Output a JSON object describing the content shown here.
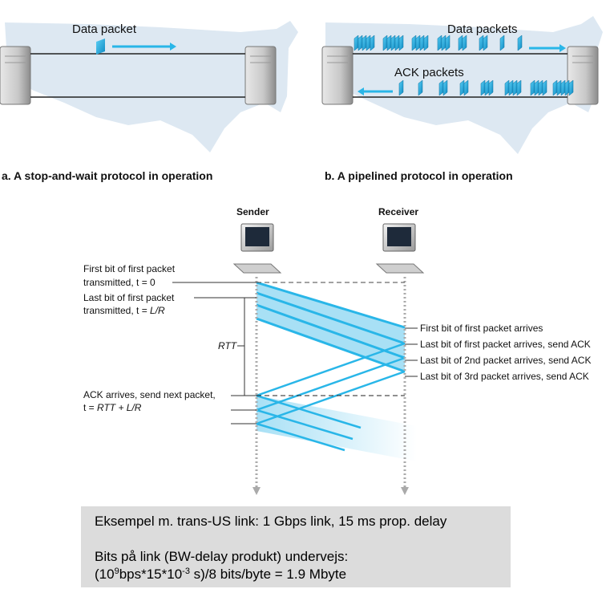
{
  "panel_a": {
    "caption": "a. A stop-and-wait protocol in operation",
    "data_label": "Data packet"
  },
  "panel_b": {
    "caption": "b. A pipelined protocol in operation",
    "data_label": "Data packets",
    "ack_label": "ACK packets"
  },
  "timing": {
    "sender": "Sender",
    "receiver": "Receiver",
    "left_notes": {
      "first_bit_1": "First bit of first packet",
      "first_bit_2": "transmitted, t = 0",
      "last_bit_1": "Last bit of first packet",
      "last_bit_2_prefix": "transmitted, t = ",
      "last_bit_2_italic": "L/R",
      "rtt": "RTT",
      "ack_1": "ACK arrives, send next packet,",
      "ack_2_prefix": "t = ",
      "ack_2_italic": "RTT + L/R"
    },
    "right_notes": [
      "First bit of first packet arrives",
      "Last bit of first packet arrives, send ACK",
      "Last bit of 2nd packet arrives, send ACK",
      "Last bit of 3rd packet arrives, send ACK"
    ]
  },
  "example": {
    "line1": "Eksempel m. trans-US link: 1 Gbps link, 15 ms prop. delay",
    "line2": "Bits på link (BW-delay produkt) undervejs:",
    "line3_a": "(10",
    "line3_sup1": "9",
    "line3_b": "bps*15*10",
    "line3_sup2": "-3",
    "line3_c": " s)/8 bits/byte = 1.9  Mbyte"
  },
  "colors": {
    "map": "#dde8f2",
    "accent": "#29b6e8",
    "packet": "#1a9fd6",
    "band": "#a8e0f5"
  }
}
